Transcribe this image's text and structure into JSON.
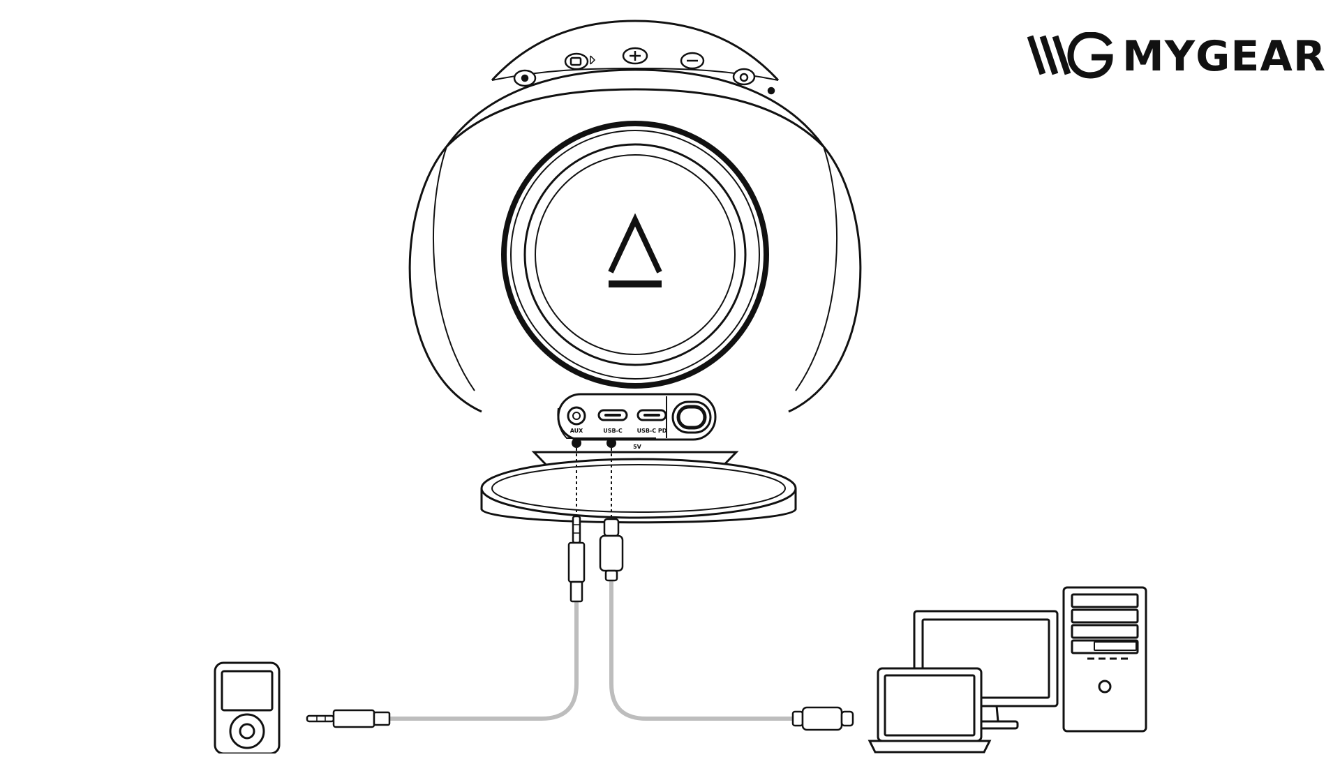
{
  "brand": {
    "name": "MYGEAR"
  },
  "ports": {
    "aux": "AUX",
    "usb_c": "USB-C",
    "usb_c_pd": "USB-C PD",
    "bottom_mark": "5V"
  },
  "icons": {
    "top_buttons": [
      "light-icon",
      "bluetooth-icon",
      "plus-icon",
      "minus-icon",
      "power-icon"
    ],
    "front_logo": "triangle-logo-icon",
    "devices": [
      "mp3-player-icon",
      "monitor-icon",
      "laptop-icon",
      "desktop-tower-icon"
    ]
  },
  "colors": {
    "line": "#111111",
    "cable": "#bdbdbd",
    "background": "#ffffff"
  }
}
